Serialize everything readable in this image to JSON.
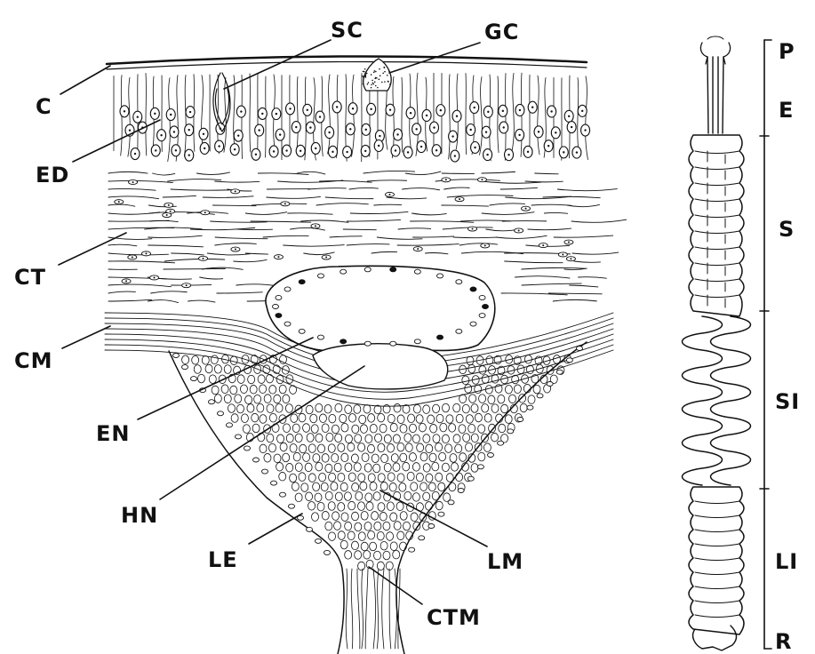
{
  "section_labels": {
    "C": "C",
    "SC": "SC",
    "GC": "GC",
    "ED": "ED",
    "CT": "CT",
    "CM": "CM",
    "EN": "EN",
    "HN": "HN",
    "LE": "LE",
    "LM": "LM",
    "CTM": "CTM"
  },
  "gut_regions": {
    "P": "P",
    "E": "E",
    "S": "S",
    "SI": "SI",
    "LI": "LI",
    "R": "R"
  }
}
